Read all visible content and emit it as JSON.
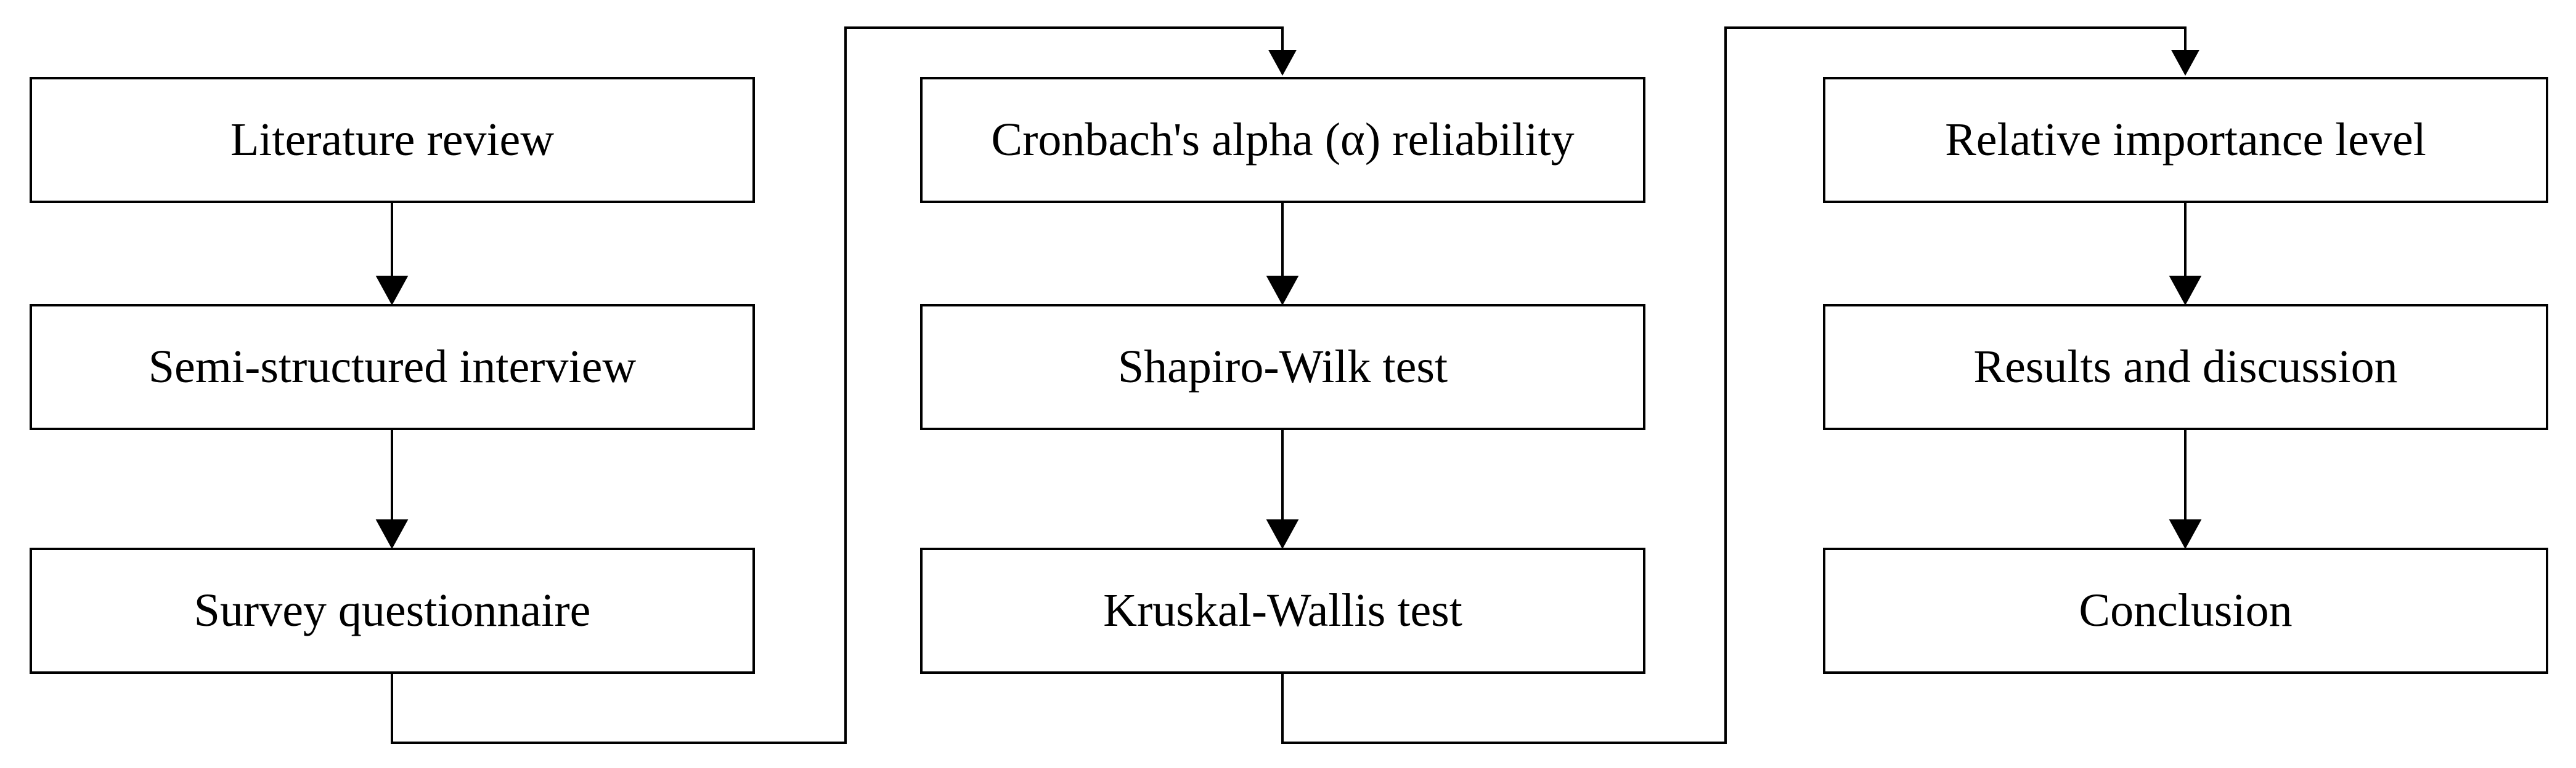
{
  "figure": {
    "type": "flowchart",
    "background_color": "#ffffff",
    "line_color": "#000000",
    "box_fill_color": "#ffffff",
    "text_color": "#000000"
  },
  "columns": [
    {
      "id": "column-1",
      "boxes": [
        {
          "label": "Literature review"
        },
        {
          "label": "Semi-structured interview"
        },
        {
          "label": "Survey questionnaire"
        }
      ]
    },
    {
      "id": "column-2",
      "boxes": [
        {
          "label": "Cronbach's alpha (α) reliability"
        },
        {
          "label": "Shapiro-Wilk test"
        },
        {
          "label": "Kruskal-Wallis test"
        }
      ]
    },
    {
      "id": "column-3",
      "boxes": [
        {
          "label": "Relative importance level"
        },
        {
          "label": "Results and discussion"
        },
        {
          "label": "Conclusion"
        }
      ]
    }
  ],
  "edges": [
    {
      "from": "Literature review",
      "to": "Semi-structured interview"
    },
    {
      "from": "Semi-structured interview",
      "to": "Survey questionnaire"
    },
    {
      "from": "Survey questionnaire",
      "to": "Cronbach's alpha (α) reliability"
    },
    {
      "from": "Cronbach's alpha (α) reliability",
      "to": "Shapiro-Wilk test"
    },
    {
      "from": "Shapiro-Wilk test",
      "to": "Kruskal-Wallis test"
    },
    {
      "from": "Kruskal-Wallis test",
      "to": "Relative importance level"
    },
    {
      "from": "Relative importance level",
      "to": "Results and discussion"
    },
    {
      "from": "Results and discussion",
      "to": "Conclusion"
    }
  ]
}
